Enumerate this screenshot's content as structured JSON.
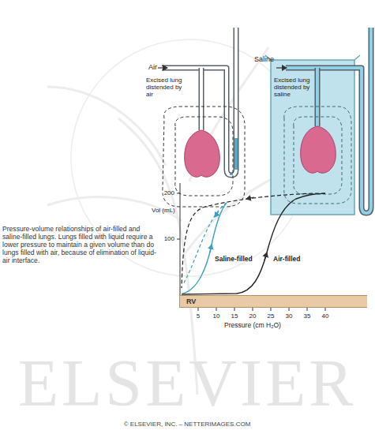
{
  "diagram": {
    "caption": "Pressure-volume relationships of air-filled and saline-filled lungs. Lungs filled with liquid require a lower pressure to maintain a given volume than do lungs filled with air, because of elimination of liquid-air interface.",
    "nodes": [
      {
        "text": [
          "RV"
        ]
      }
    ],
    "labels": [
      "Air",
      "Excised lung distended by air",
      "Saline",
      "Excised lung distended by saline",
      "200",
      "100",
      "Vol (mL)",
      "Saline-filled",
      "Air-filled",
      "5",
      "10",
      "15",
      "20",
      "25",
      "30",
      "35",
      "40",
      "Pressure (cm H₂O)",
      "ELSEVIER",
      "© ELSEVIER, INC. – NETTERIMAGES.COM"
    ]
  }
}
